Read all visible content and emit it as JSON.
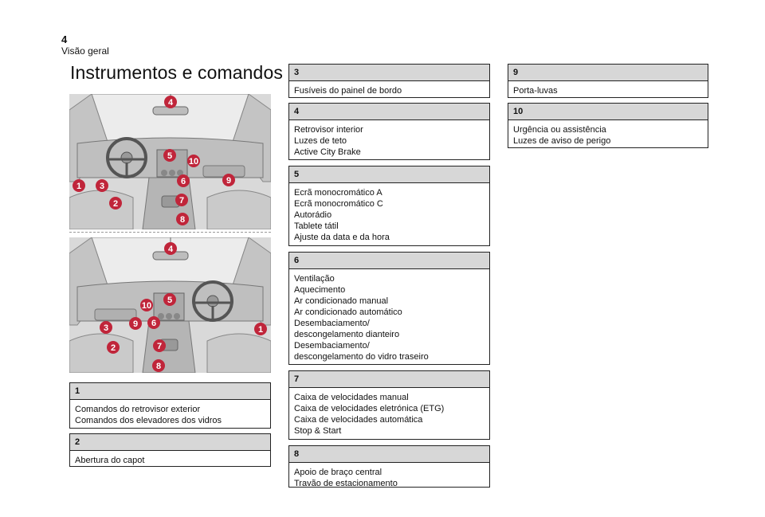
{
  "page_number": "4",
  "section": "Visão geral",
  "title": "Instrumentos e comandos",
  "colors": {
    "marker": "#c0253a",
    "box_header": "#d7d7d7"
  },
  "illustrations": [
    {
      "name": "left-hand-drive-dashboard",
      "markers": [
        "4",
        "5",
        "10",
        "9",
        "6",
        "1",
        "3",
        "2",
        "7",
        "8"
      ]
    },
    {
      "name": "right-hand-drive-dashboard",
      "markers": [
        "4",
        "5",
        "10",
        "6",
        "9",
        "3",
        "1",
        "2",
        "7",
        "8"
      ]
    }
  ],
  "boxes": [
    {
      "number": "1",
      "lines": [
        "Comandos do retrovisor exterior",
        "Comandos dos elevadores dos vidros"
      ]
    },
    {
      "number": "2",
      "lines": [
        "Abertura do capot"
      ]
    },
    {
      "number": "3",
      "lines": [
        "Fusíveis do painel de bordo"
      ]
    },
    {
      "number": "4",
      "lines": [
        "Retrovisor interior",
        "Luzes de teto",
        "Active City Brake"
      ]
    },
    {
      "number": "5",
      "lines": [
        "Ecrã monocromático A",
        "Ecrã monocromático C",
        "Autorádio",
        "Tablete tátil",
        "Ajuste da data e da hora"
      ]
    },
    {
      "number": "6",
      "lines": [
        "Ventilação",
        "Aquecimento",
        "Ar condicionado manual",
        "Ar condicionado automático",
        "Desembaciamento/",
        "descongelamento dianteiro",
        "Desembaciamento/",
        "descongelamento do vidro traseiro"
      ]
    },
    {
      "number": "7",
      "lines": [
        "Caixa de velocidades manual",
        "Caixa de velocidades eletrónica (ETG)",
        "Caixa de velocidades automática",
        "Stop & Start"
      ]
    },
    {
      "number": "8",
      "lines": [
        "Apoio de braço central",
        "Travão de estacionamento"
      ]
    },
    {
      "number": "9",
      "lines": [
        "Porta-luvas"
      ]
    },
    {
      "number": "10",
      "lines": [
        "Urgência ou assistência",
        "Luzes de aviso de perigo"
      ]
    }
  ]
}
